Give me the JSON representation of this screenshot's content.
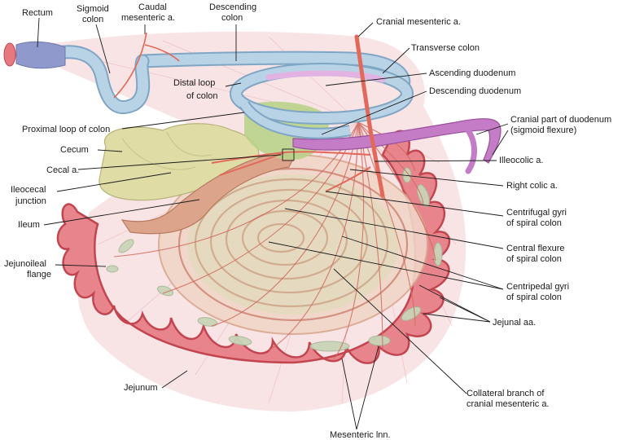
{
  "labels": {
    "rectum": "Rectum",
    "sigmoid_colon_1": "Sigmoid",
    "sigmoid_colon_2": "colon",
    "caudal_mesenteric_1": "Caudal",
    "caudal_mesenteric_2": "mesenteric a.",
    "descending_colon_1": "Descending",
    "descending_colon_2": "colon",
    "cranial_mesenteric": "Cranial mesenteric a.",
    "transverse_colon": "Transverse colon",
    "ascending_duodenum": "Ascending duodenum",
    "distal_loop_1": "Distal loop",
    "distal_loop_2": "of colon",
    "descending_duodenum": "Descending duodenum",
    "cranial_duodenum_1": "Cranial part of duodenum",
    "cranial_duodenum_2": "(sigmoid flexure)",
    "proximal_loop": "Proximal loop of colon",
    "cecum": "Cecum",
    "illeocolic": "Illeocolic a.",
    "cecal_a": "Cecal a.",
    "right_colic": "Right colic a.",
    "ileocecal_1": "Ileocecal",
    "ileocecal_2": "junction",
    "centrifugal_1": "Centrifugal gyri",
    "centrifugal_2": "of spiral colon",
    "ileum": "Ileum",
    "central_flexure_1": "Central flexure",
    "central_flexure_2": "of spiral colon",
    "jejunoileal_1": "Jejunoileal",
    "jejunoileal_2": "flange",
    "centripedal_1": "Centripedal gyri",
    "centripedal_2": "of spiral colon",
    "jejunal_aa": "Jejunal aa.",
    "jejunum": "Jejunum",
    "collateral_1": "Collateral branch of",
    "collateral_2": "cranial mesenteric a.",
    "mesenteric_lnn": "Mesenteric lnn."
  },
  "colors": {
    "colon_blue": "#b9d3e6",
    "colon_edge": "#7fa6c4",
    "rectum": "#8f99cc",
    "anus": "#e6787f",
    "jejunum": "#e7848c",
    "jejunum_edge": "#c2454f",
    "mesentery": "#f6d9dc",
    "spiral": "#e7c6ad",
    "spiral_line": "#c87a6a",
    "cecum": "#dfdca6",
    "ileum": "#dca48a",
    "duodenum": "#c47cc6",
    "duodenum_light": "#e2b3e2",
    "artery": "#e2695a",
    "vessel": "#cf6a5f",
    "lymph_node": "#c8d5b8",
    "green_part": "#b9d28a"
  }
}
